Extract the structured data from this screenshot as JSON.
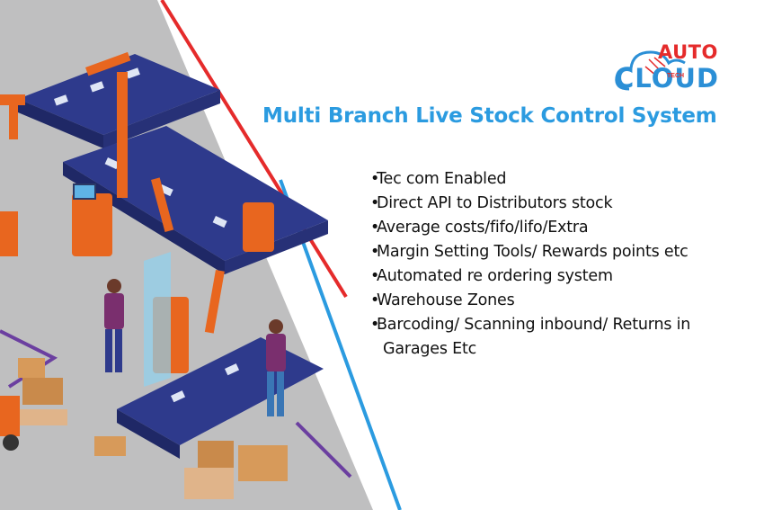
{
  "brand": {
    "top": "AUTO",
    "bottom": "CLOUD",
    "tag": "TECH",
    "colors": {
      "red": "#e52b2b",
      "blue": "#2b8fd6"
    }
  },
  "title": "Multi Branch Live Stock Control System",
  "features": [
    {
      "text": "Tec com Enabled"
    },
    {
      "text": "Direct API to Distributors stock"
    },
    {
      "text": "Average costs/fifo/lifo/Extra"
    },
    {
      "text": "Margin Setting Tools/ Rewards points etc"
    },
    {
      "text": "Automated re ordering system"
    },
    {
      "text": "Warehouse Zones"
    },
    {
      "text": "Barcoding/ Scanning inbound/ Returns in",
      "continuation": "Garages Etc"
    }
  ],
  "colors": {
    "accent_blue": "#2b9be0",
    "accent_red": "#e52b2b",
    "scene_gray": "#bfbfc0"
  }
}
